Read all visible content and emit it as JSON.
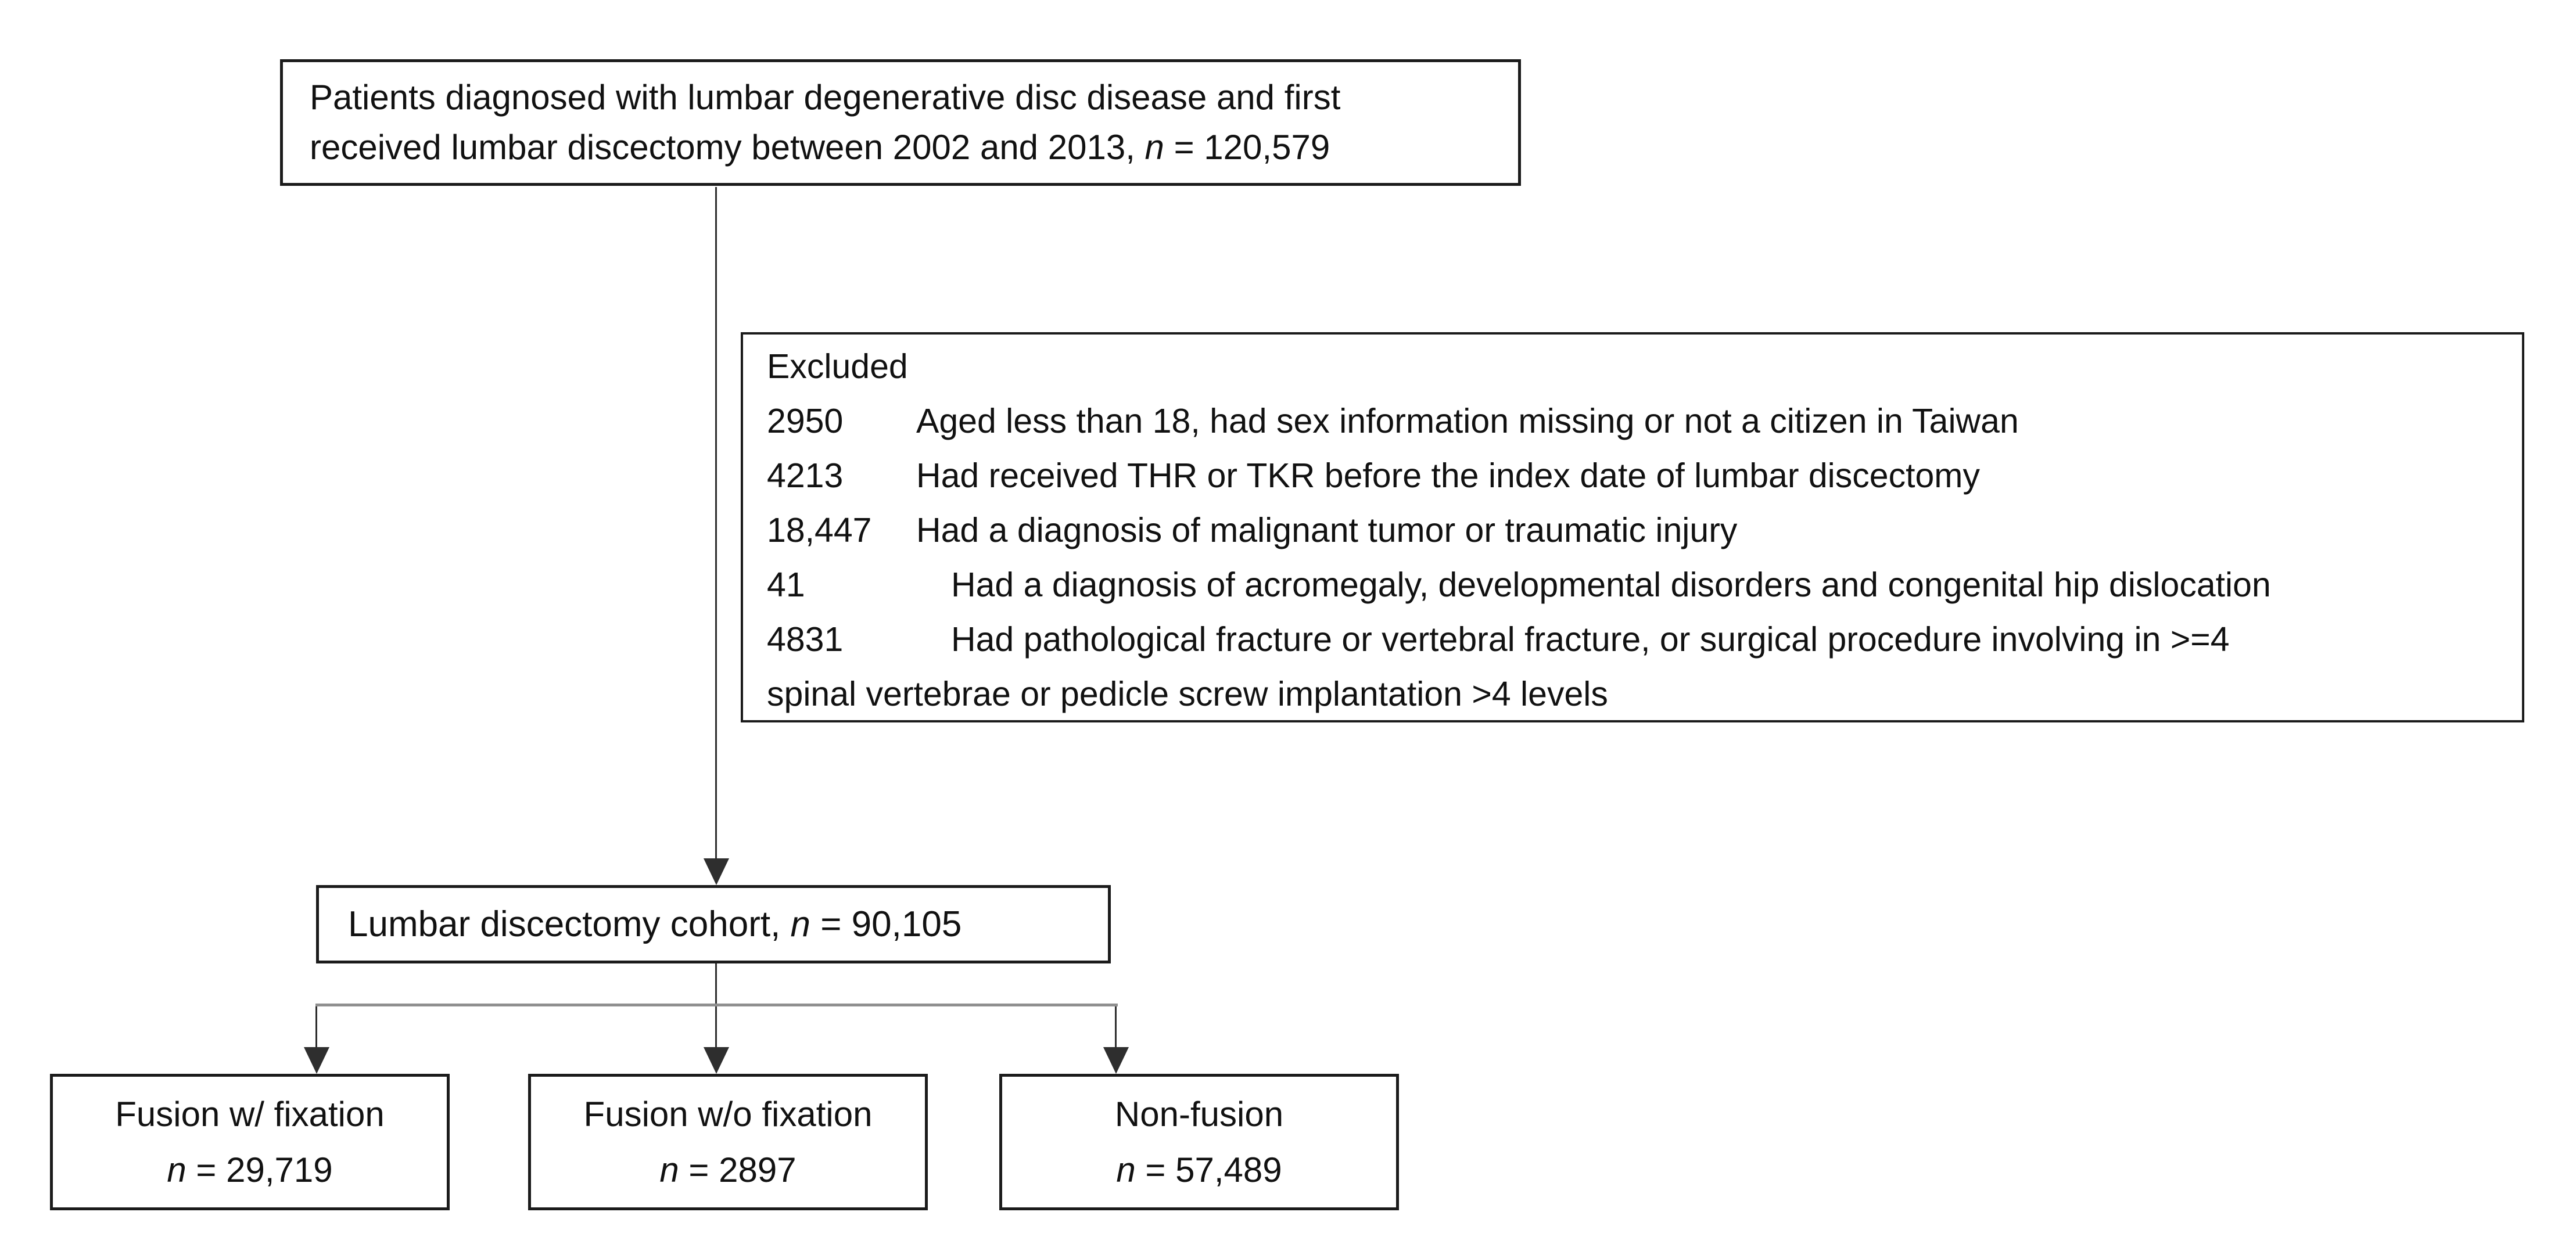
{
  "diagram": {
    "top_box": {
      "line1": "Patients diagnosed with lumbar degenerative disc disease and first",
      "line2_pre": "received lumbar discectomy between 2002 and 2013, ",
      "n_symbol": "n",
      "line2_post": " = 120,579"
    },
    "excluded_box": {
      "title": "Excluded",
      "rows": [
        {
          "count": "2950",
          "reason": "Aged less than 18, had sex information missing or not a citizen in Taiwan"
        },
        {
          "count": "4213",
          "reason": "Had received THR or TKR before the index date of lumbar discectomy"
        },
        {
          "count": "18,447",
          "reason": "Had a diagnosis of malignant tumor or traumatic injury"
        },
        {
          "count": "41",
          "reason": "Had a diagnosis of acromegaly, developmental disorders and congenital hip dislocation"
        },
        {
          "count": "4831",
          "reason": "Had pathological fracture or vertebral fracture, or surgical procedure involving in >=4"
        }
      ],
      "continuation": "spinal vertebrae or pedicle screw implantation >4 levels"
    },
    "cohort_box": {
      "text_pre": "Lumbar discectomy cohort, ",
      "n_symbol": "n",
      "text_post": " = 90,105"
    },
    "outcome_boxes": [
      {
        "label": "Fusion w/ fixation",
        "n_symbol": "n",
        "count_post": " = 29,719"
      },
      {
        "label": "Fusion w/o fixation",
        "n_symbol": "n",
        "count_post": " = 2897"
      },
      {
        "label": "Non-fusion",
        "n_symbol": "n",
        "count_post": " = 57,489"
      }
    ]
  },
  "colors": {
    "background": "#ffffff",
    "text": "#111111",
    "box_border": "#1b1b1b",
    "arrow_line": "#2e2e2e",
    "distributor_line": "#8f8f8f"
  }
}
